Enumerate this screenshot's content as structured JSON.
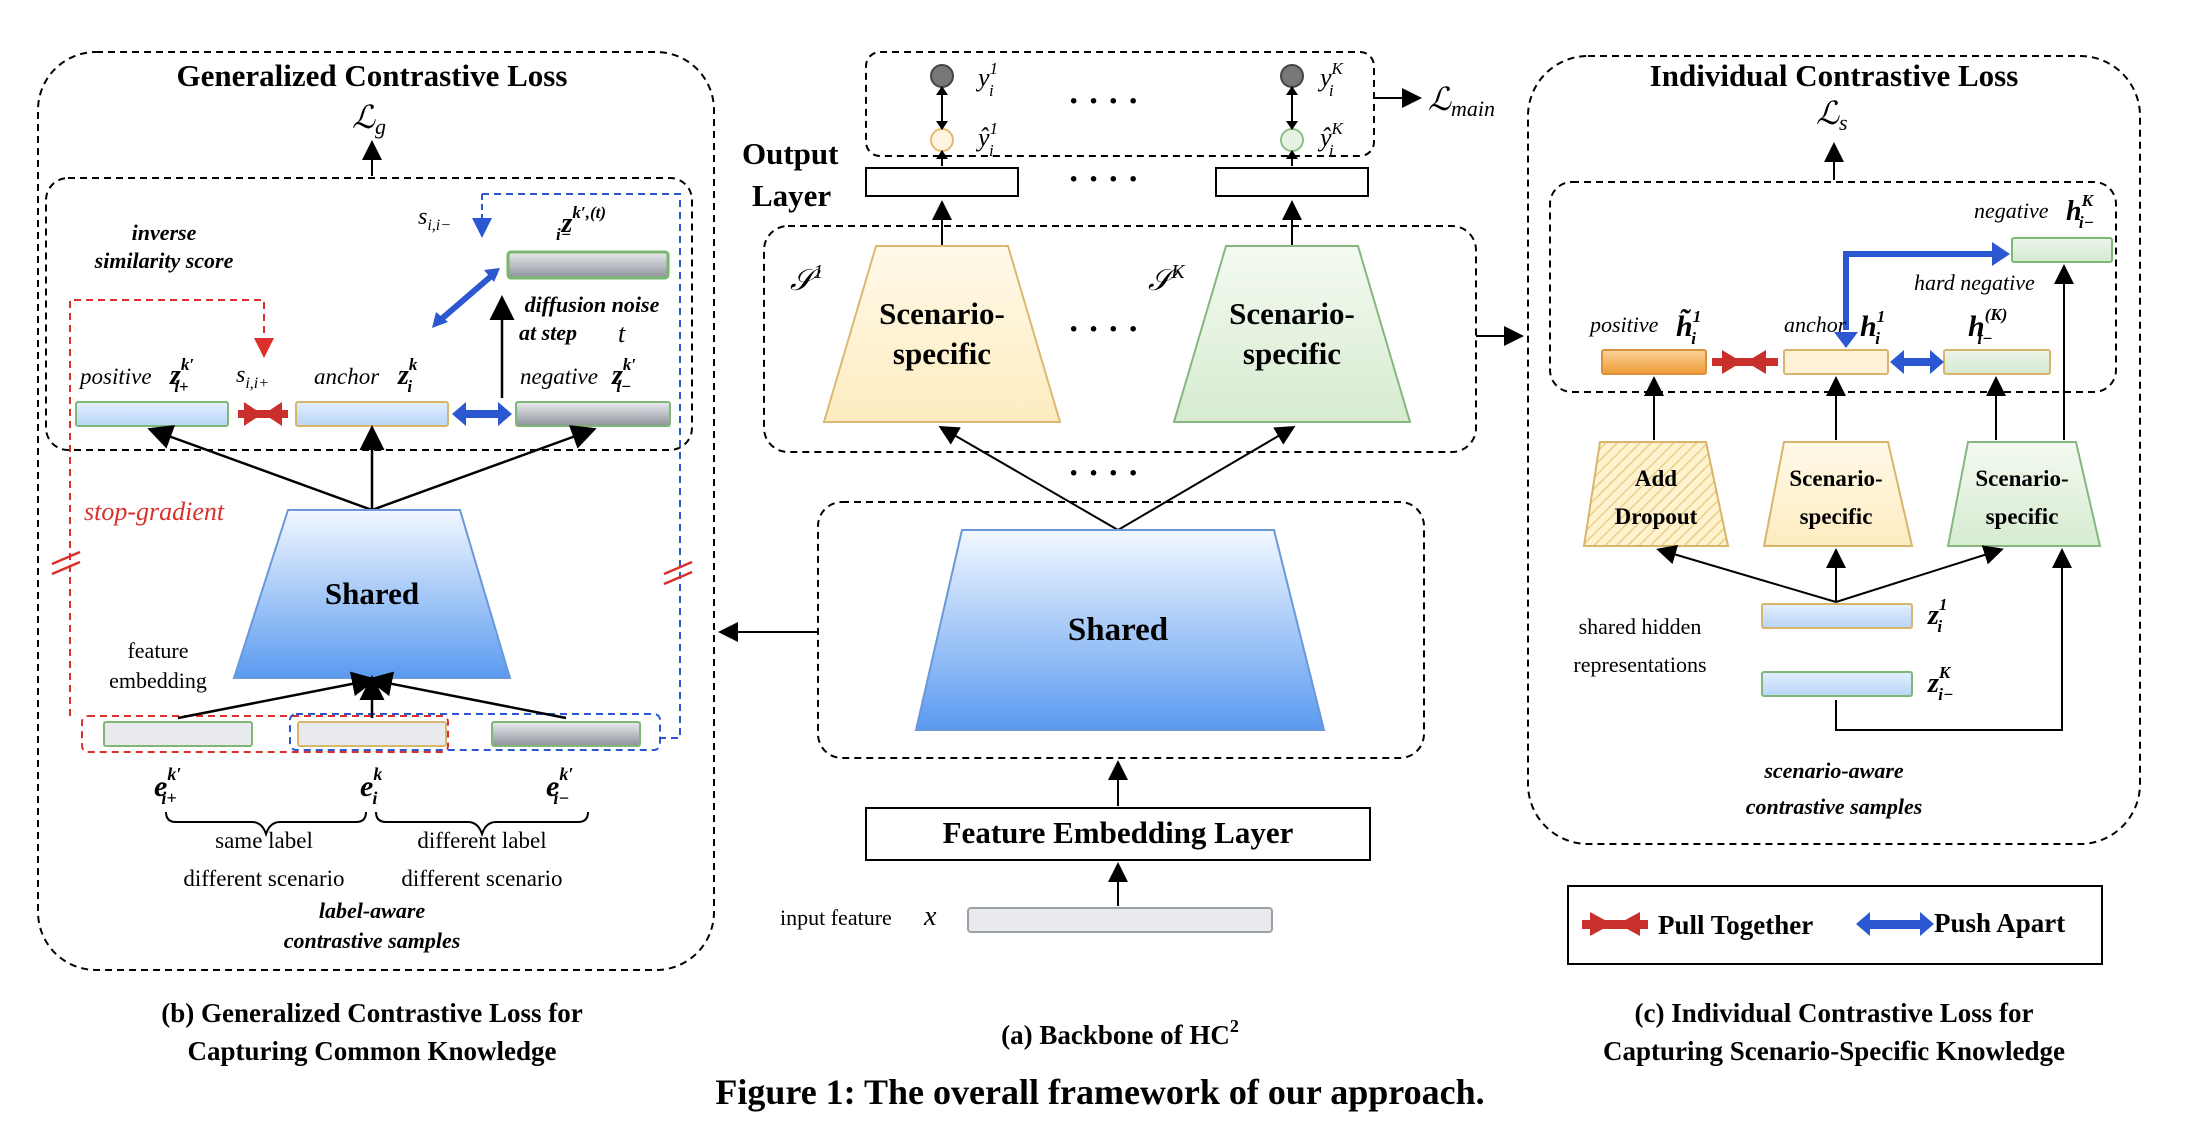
{
  "colors": {
    "shared_top": "#eef5ff",
    "shared_bottom": "#5b9bf0",
    "scenario_yellow": "#fff6d8",
    "scenario_yellow_stroke": "#d8b86a",
    "scenario_green": "#e6f2e2",
    "scenario_green_stroke": "#7fb07a",
    "pull": "#c9302c",
    "push": "#2b57d1",
    "stop_gradient": "#d9302c",
    "dashed_blue": "#2b57d1"
  },
  "backbone": {
    "output_layer_label": "Output Layer",
    "y_top_1": "y",
    "y_top_1_sup": "1",
    "y_top_1_sub": "i",
    "y_top_k": "y",
    "y_top_k_sup": "K",
    "y_top_k_sub": "i",
    "y_hat_1": "ŷ",
    "y_hat_1_sup": "1",
    "y_hat_1_sub": "i",
    "y_hat_k": "ŷ",
    "y_hat_k_sup": "K",
    "y_hat_k_sub": "i",
    "l_main": "ℒ",
    "l_main_sub": "main",
    "s1_label": "𝒮",
    "s1_sup": "1",
    "sk_label": "𝒮",
    "sk_sup": "K",
    "scenario_line1": "Scenario-",
    "scenario_line2": "specific",
    "ellipsis": "· · · ·",
    "shared_label": "Shared",
    "feature_embedding_layer": "Feature Embedding Layer",
    "input_feature": "input feature",
    "input_var": "x",
    "caption_prefix": "(a) Backbone of HC",
    "caption_sup": "2"
  },
  "generalized": {
    "title": "Generalized Contrastive Loss",
    "loss": "ℒ",
    "loss_sub": "g",
    "inverse_similarity_1": "inverse",
    "inverse_similarity_2": "similarity score",
    "s_neg": "s",
    "s_neg_sub": "i,i−",
    "s_pos": "s",
    "s_pos_sub": "i,i+",
    "z_noise": "z",
    "z_noise_sup": "k′,(t)",
    "z_noise_sub": "i−",
    "diffusion_1": "diffusion noise",
    "diffusion_2": "at step",
    "diffusion_t": "t",
    "positive_label": "positive",
    "z_pos": "z",
    "z_pos_sup": "k′",
    "z_pos_sub": "i+",
    "anchor_label": "anchor",
    "z_anchor": "z",
    "z_anchor_sup": "k",
    "z_anchor_sub": "i",
    "negative_label": "negative",
    "z_neg": "z",
    "z_neg_sup": "k′",
    "z_neg_sub": "i−",
    "stop_gradient": "stop-gradient",
    "shared_label": "Shared",
    "feature_1": "feature",
    "feature_2": "embedding",
    "e_pos": "e",
    "e_pos_sup": "k′",
    "e_pos_sub": "i+",
    "e_anchor": "e",
    "e_anchor_sup": "k",
    "e_anchor_sub": "i",
    "e_neg": "e",
    "e_neg_sup": "k′",
    "e_neg_sub": "i−",
    "same_label": "same label",
    "different_scenario_left": "different scenario",
    "different_label": "different label",
    "different_scenario_right": "different scenario",
    "samples_1": "label-aware",
    "samples_2": "contrastive samples",
    "caption_1": "(b) Generalized Contrastive Loss for",
    "caption_2": "Capturing Common Knowledge"
  },
  "individual": {
    "title": "Individual Contrastive Loss",
    "loss": "ℒ",
    "loss_sub": "s",
    "negative_label": "negative",
    "h_neg": "h",
    "h_neg_sup": "K",
    "h_neg_sub": "i−",
    "hard_negative": "hard negative",
    "positive_label": "positive",
    "h_pos": "h̃",
    "h_pos_sup": "1",
    "h_pos_sub": "i",
    "anchor_label": "anchor",
    "h_anchor": "h",
    "h_anchor_sup": "1",
    "h_anchor_sub": "i",
    "h_k": "h",
    "h_k_sup": "(K)",
    "h_k_sub": "i−",
    "add_dropout_1": "Add",
    "add_dropout_2": "Dropout",
    "scenario_1": "Scenario-",
    "scenario_2": "specific",
    "shared_hidden_1": "shared hidden",
    "shared_hidden_2": "representations",
    "z1": "z",
    "z1_sup": "1",
    "z1_sub": "i",
    "zk": "z",
    "zk_sup": "K",
    "zk_sub": "i−",
    "samples_1": "scenario-aware",
    "samples_2": "contrastive samples",
    "caption_1": "(c) Individual Contrastive Loss for",
    "caption_2": "Capturing Scenario-Specific Knowledge"
  },
  "legend": {
    "pull": "Pull Together",
    "push": "Push Apart"
  },
  "figure_caption": "Figure 1: The overall framework of our approach."
}
